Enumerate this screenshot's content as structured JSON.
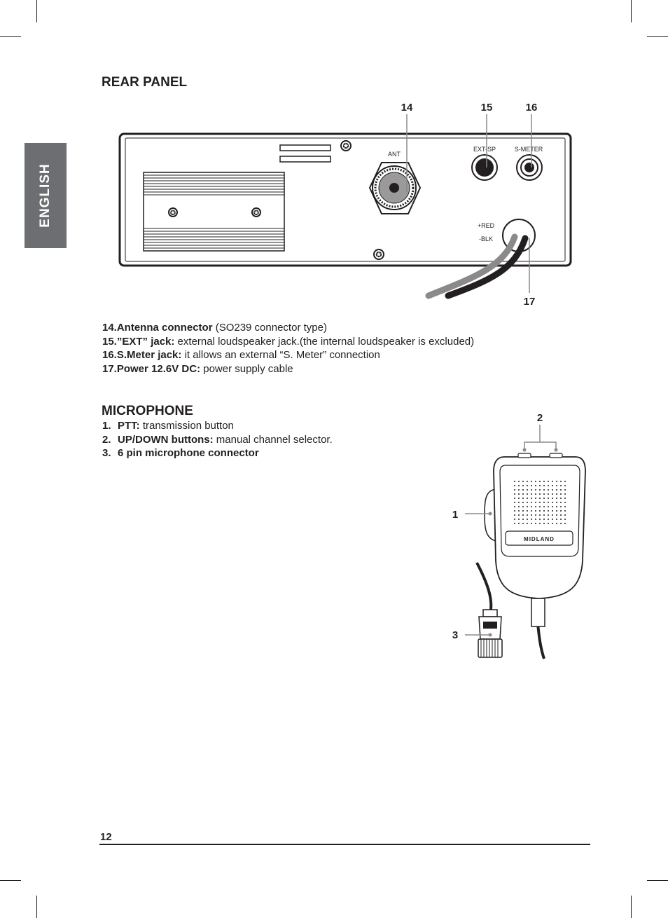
{
  "side_tab": {
    "label": "ENGLISH"
  },
  "rear_panel": {
    "title": "REAR PANEL",
    "labels": {
      "ant": "ANT",
      "ext_sp": "EXT-SP",
      "s_meter": "S-METER",
      "red": "+RED",
      "blk": "-BLK"
    },
    "callouts": [
      "14",
      "15",
      "16",
      "17"
    ],
    "items": [
      {
        "name": "14.Antenna connector",
        "text": " (SO239 connector type)"
      },
      {
        "name": "15.”EXT” jack:",
        "text": " external loudspeaker jack.(the internal loudspeaker is excluded)"
      },
      {
        "name": "16.S.Meter jack:",
        "text": " it allows an external “S. Meter” connection"
      },
      {
        "name": "17.Power 12.6V DC:",
        "text": " power supply cable"
      }
    ]
  },
  "microphone": {
    "title": "MICROPHONE",
    "items": [
      {
        "num": "1.",
        "name": "PTT:",
        "text": " transmission button"
      },
      {
        "num": "2.",
        "name": "UP/DOWN buttons:",
        "text": " manual channel selector."
      },
      {
        "num": "3.",
        "name": "6 pin microphone connector",
        "text": ""
      }
    ],
    "callouts": [
      "1",
      "2",
      "3"
    ],
    "logo": "MIDLAND"
  },
  "footer": {
    "page_number": "12"
  },
  "colors": {
    "tab_gray": "#6d6e71",
    "ink": "#231f20",
    "cable_gray": "#8a8a8a"
  }
}
